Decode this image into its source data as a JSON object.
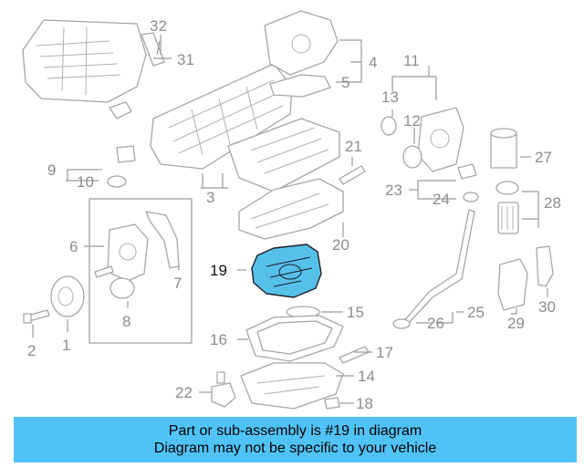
{
  "callouts": {
    "c1": "1",
    "c2": "2",
    "c3": "3",
    "c4": "4",
    "c5": "5",
    "c6": "6",
    "c7": "7",
    "c8": "8",
    "c9": "9",
    "c10": "10",
    "c11": "11",
    "c12": "12",
    "c13": "13",
    "c14": "14",
    "c15": "15",
    "c16": "16",
    "c17": "17",
    "c18": "18",
    "c19": "19",
    "c20": "20",
    "c21": "21",
    "c22": "22",
    "c23": "23",
    "c24": "24",
    "c25": "25",
    "c26": "26",
    "c27": "27",
    "c28": "28",
    "c29": "29",
    "c30": "30",
    "c31": "31",
    "c32": "32"
  },
  "highlight": {
    "part_number": "19",
    "color": "#55c0e8"
  },
  "banner": {
    "line1": "Part or sub-assembly is #19 in diagram",
    "line2": "Diagram may not be specific to your vehicle",
    "background": "#4fc3f7"
  }
}
